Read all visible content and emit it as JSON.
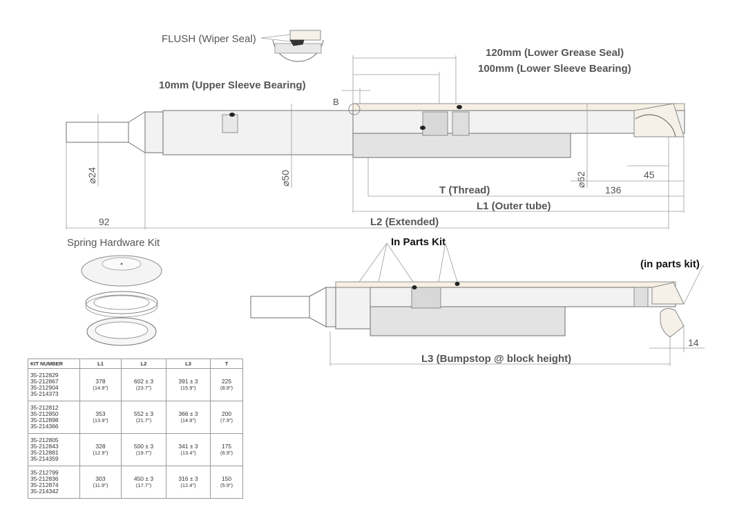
{
  "callouts": {
    "flush": "FLUSH (Wiper Seal)",
    "grease_seal": "120mm (Lower Grease Seal)",
    "sleeve_bearing_lower": "100mm (Lower Sleeve Bearing)",
    "sleeve_bearing_upper": "10mm (Upper Sleeve Bearing)",
    "detail_b": "B",
    "spring_kit": "Spring Hardware Kit",
    "in_parts_kit": "In Parts Kit",
    "in_parts_kit_small": "(in parts kit)"
  },
  "dimensions": {
    "d24": "⌀24",
    "d50": "⌀50",
    "d62": "⌀62",
    "thread": "T (Thread)",
    "outer_tube": "L1 (Outer tube)",
    "extended": "L2 (Extended)",
    "bumpstop": "L3 (Bumpstop @ block height)",
    "v92": "92",
    "v136": "136",
    "v45": "45",
    "v14": "14"
  },
  "table": {
    "headers": [
      "KIT NUMBER",
      "L1",
      "L2",
      "L3",
      "T"
    ],
    "rows": [
      {
        "kits": [
          "35-212829",
          "35-212867",
          "35-212904",
          "35-214373"
        ],
        "l1": "378",
        "l1_in": "(14.9\")",
        "l2": "602 ± 3",
        "l2_in": "(23.7\")",
        "l3": "391 ± 3",
        "l3_in": "(15.9\")",
        "t": "225",
        "t_in": "(8.9\")"
      },
      {
        "kits": [
          "35-212812",
          "35-212850",
          "35-212898",
          "35-214366"
        ],
        "l1": "353",
        "l1_in": "(13.9\")",
        "l2": "552 ± 3",
        "l2_in": "(21.7\")",
        "l3": "366 ± 3",
        "l3_in": "(14.9\")",
        "t": "200",
        "t_in": "(7.9\")"
      },
      {
        "kits": [
          "35-212805",
          "35-212843",
          "35-212881",
          "35-214359"
        ],
        "l1": "328",
        "l1_in": "(12.9\")",
        "l2": "500 ± 3",
        "l2_in": "(19.7\")",
        "l3": "341 ± 3",
        "l3_in": "(13.4\")",
        "t": "175",
        "t_in": "(6.9\")"
      },
      {
        "kits": [
          "35-212799",
          "35-212836",
          "35-212874",
          "35-214342"
        ],
        "l1": "303",
        "l1_in": "(11.9\")",
        "l2": "450 ± 3",
        "l2_in": "(17.7\")",
        "l3": "316 ± 3",
        "l3_in": "(12.4\")",
        "t": "150",
        "t_in": "(5.9\")"
      }
    ]
  }
}
